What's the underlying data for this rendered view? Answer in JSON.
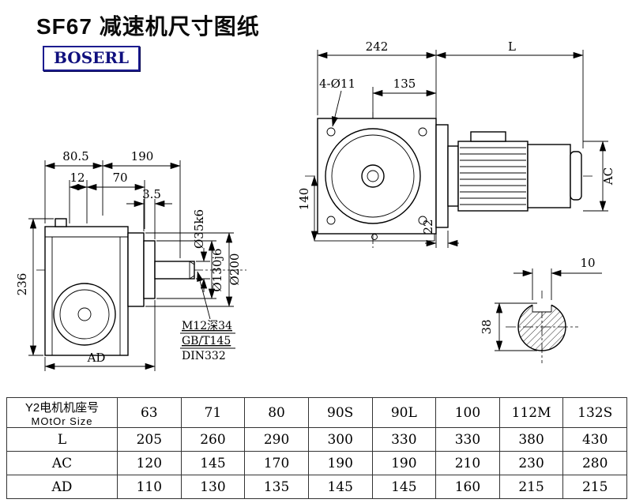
{
  "title": "SF67 减速机尺寸图纸",
  "brand": "BOSERL",
  "front_view": {
    "dim_242": "242",
    "dim_L": "L",
    "dim_4xd11": "4-Ø11",
    "dim_135": "135",
    "dim_140": "140",
    "dim_22": "22",
    "dim_AC": "AC"
  },
  "side_view": {
    "dim_80_5": "80.5",
    "dim_190": "190",
    "dim_12": "12",
    "dim_70": "70",
    "dim_3_5": "3.5",
    "dim_236": "236",
    "dim_AD": "AD",
    "dia_shaft": "Ø35k6",
    "dia_hub": "Ø130j6",
    "dia_flange": "Ø200",
    "note_tap": "M12深34",
    "note_std_gb": "GB/T145",
    "note_std_din": "DIN332"
  },
  "end_view": {
    "dim_10": "10",
    "dim_38": "38"
  },
  "table": {
    "row_header_line1": "Y2电机机座号",
    "row_header_line2": "MOtOr Size",
    "sizes": [
      "63",
      "71",
      "80",
      "90S",
      "90L",
      "100",
      "112M",
      "132S"
    ],
    "rows": [
      {
        "label": "L",
        "values": [
          "205",
          "260",
          "290",
          "300",
          "330",
          "330",
          "380",
          "430"
        ]
      },
      {
        "label": "AC",
        "values": [
          "120",
          "145",
          "170",
          "190",
          "190",
          "210",
          "230",
          "280"
        ]
      },
      {
        "label": "AD",
        "values": [
          "110",
          "130",
          "135",
          "145",
          "145",
          "160",
          "215",
          "215"
        ]
      }
    ]
  }
}
